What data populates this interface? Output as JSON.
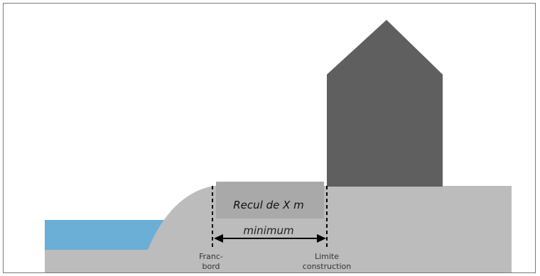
{
  "diagram": {
    "recul_label": "Recul de X m",
    "minimum_label": "minimum",
    "francbord_line1": "Franc-",
    "francbord_line2": "bord",
    "limite_line1": "Limite",
    "limite_line2": "construction"
  },
  "colors": {
    "water": "#6baed6",
    "ground": "#bcbcbc",
    "setback_zone": "#a9a9a9",
    "house": "#5f5f5f",
    "line": "#000000"
  }
}
